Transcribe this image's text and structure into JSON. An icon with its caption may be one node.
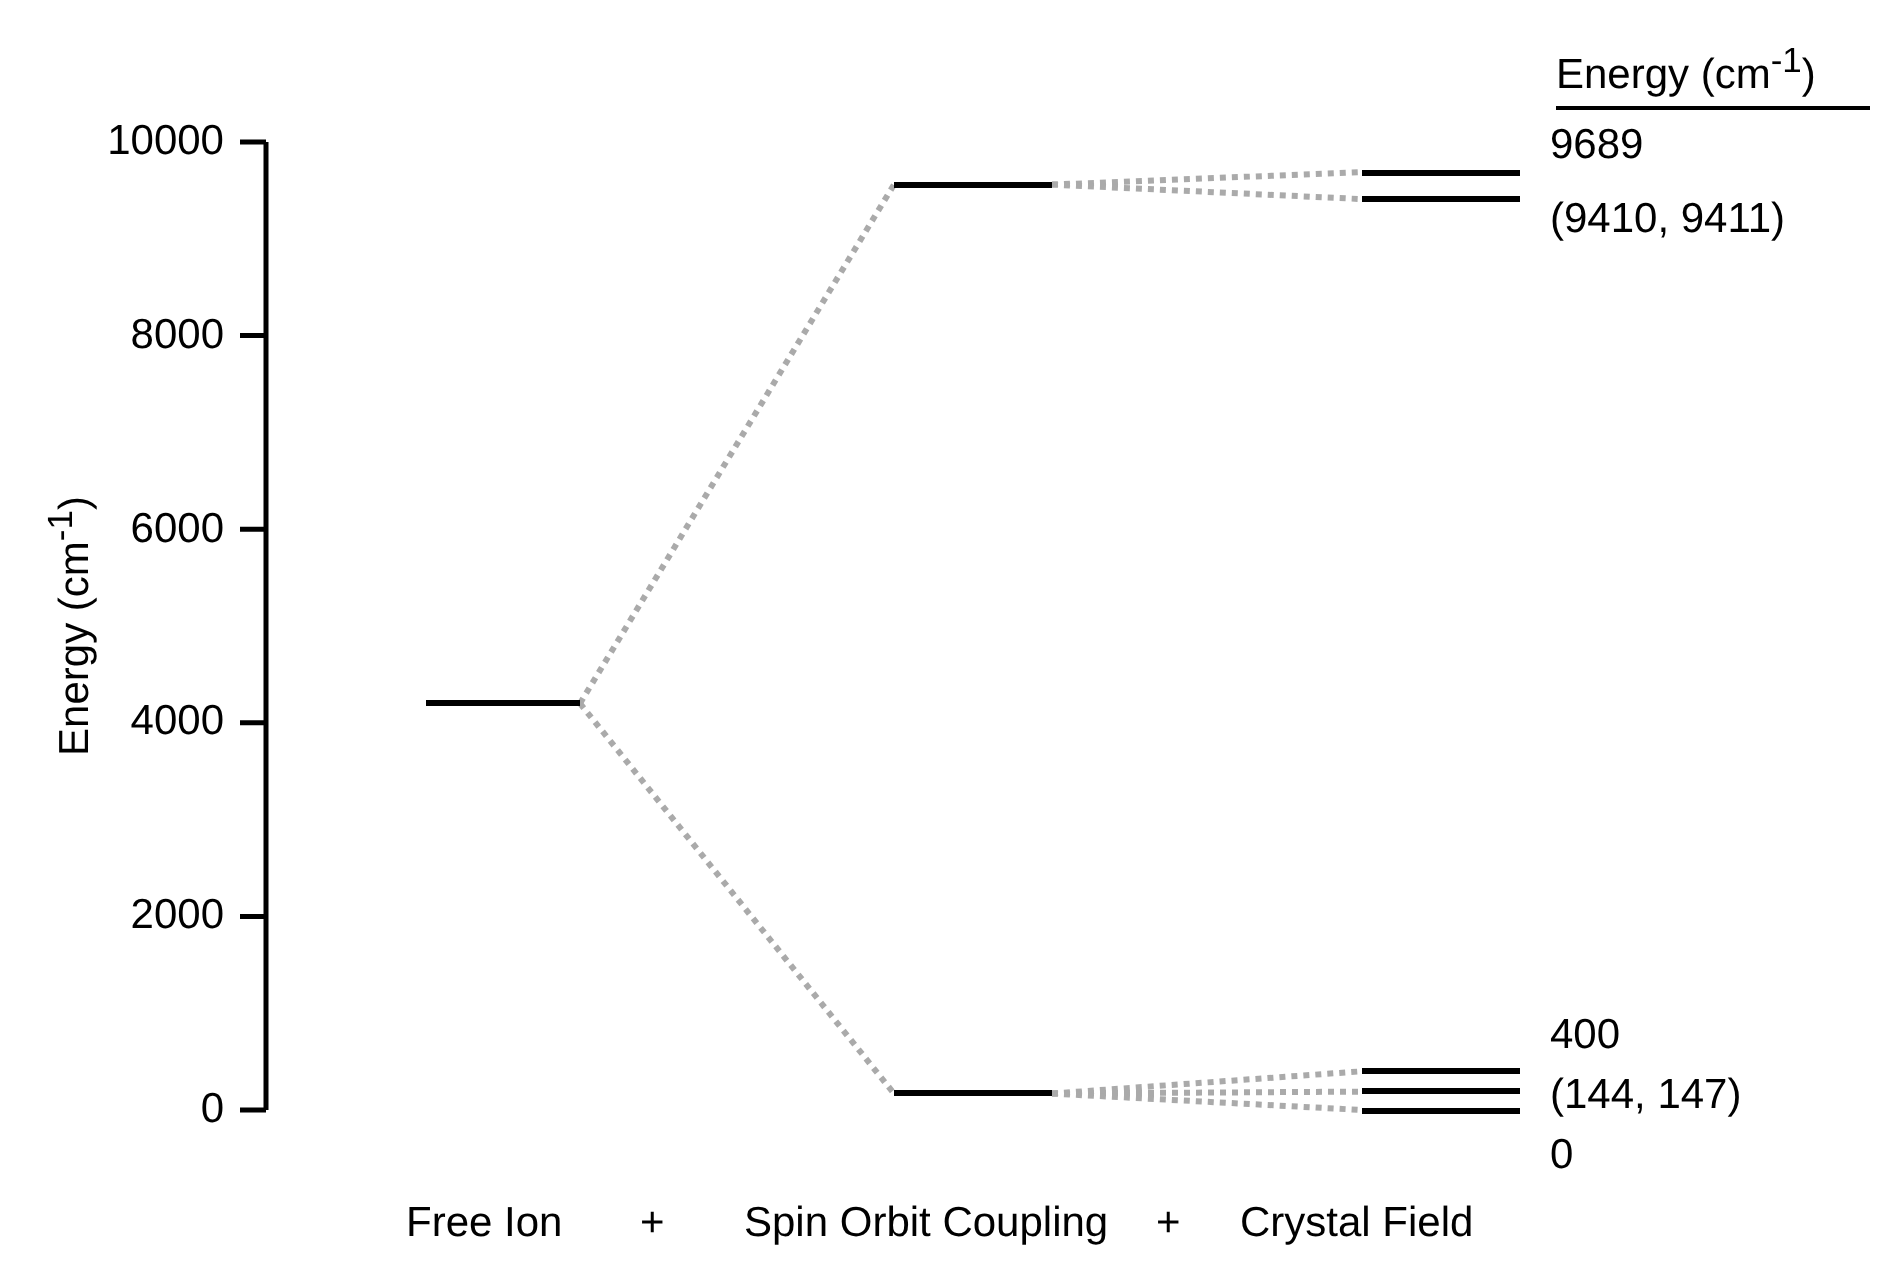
{
  "diagram": {
    "nodes": [
      {
        "text": [],
        "shape": "bar"
      },
      {
        "text": [],
        "shape": "bar"
      },
      {
        "text": [],
        "shape": "bar"
      },
      {
        "text": [],
        "shape": "bar",
        "beside": [
          "9689"
        ]
      },
      {
        "text": [],
        "shape": "bar",
        "beside": [
          "(9410, 9411)"
        ]
      },
      {
        "text": [],
        "shape": "bar",
        "beside": [
          "400"
        ]
      },
      {
        "text": [],
        "shape": "bar",
        "beside": [
          "(144, 147)"
        ]
      },
      {
        "text": [],
        "shape": "bar",
        "beside": [
          "0"
        ]
      }
    ],
    "edges": [
      {
        "from": 0,
        "to": 1,
        "arrow": "none",
        "style": "dashed"
      },
      {
        "from": 0,
        "to": 2,
        "arrow": "none",
        "style": "dashed"
      },
      {
        "from": 1,
        "to": 3,
        "arrow": "none",
        "style": "dashed"
      },
      {
        "from": 1,
        "to": 4,
        "arrow": "none",
        "style": "dashed"
      },
      {
        "from": 2,
        "to": 5,
        "arrow": "none",
        "style": "dashed"
      },
      {
        "from": 2,
        "to": 6,
        "arrow": "none",
        "style": "dashed"
      },
      {
        "from": 2,
        "to": 7,
        "arrow": "none",
        "style": "dashed"
      }
    ],
    "labels": [
      "Energy (cm$^{-1}$)",
      "10000",
      "8000",
      "6000",
      "4000",
      "2000",
      "0",
      "Energy (cm$^{-1}$)",
      "Free Ion",
      "+",
      "Spin Orbit Coupling",
      "+",
      "Crystal Field"
    ]
  }
}
